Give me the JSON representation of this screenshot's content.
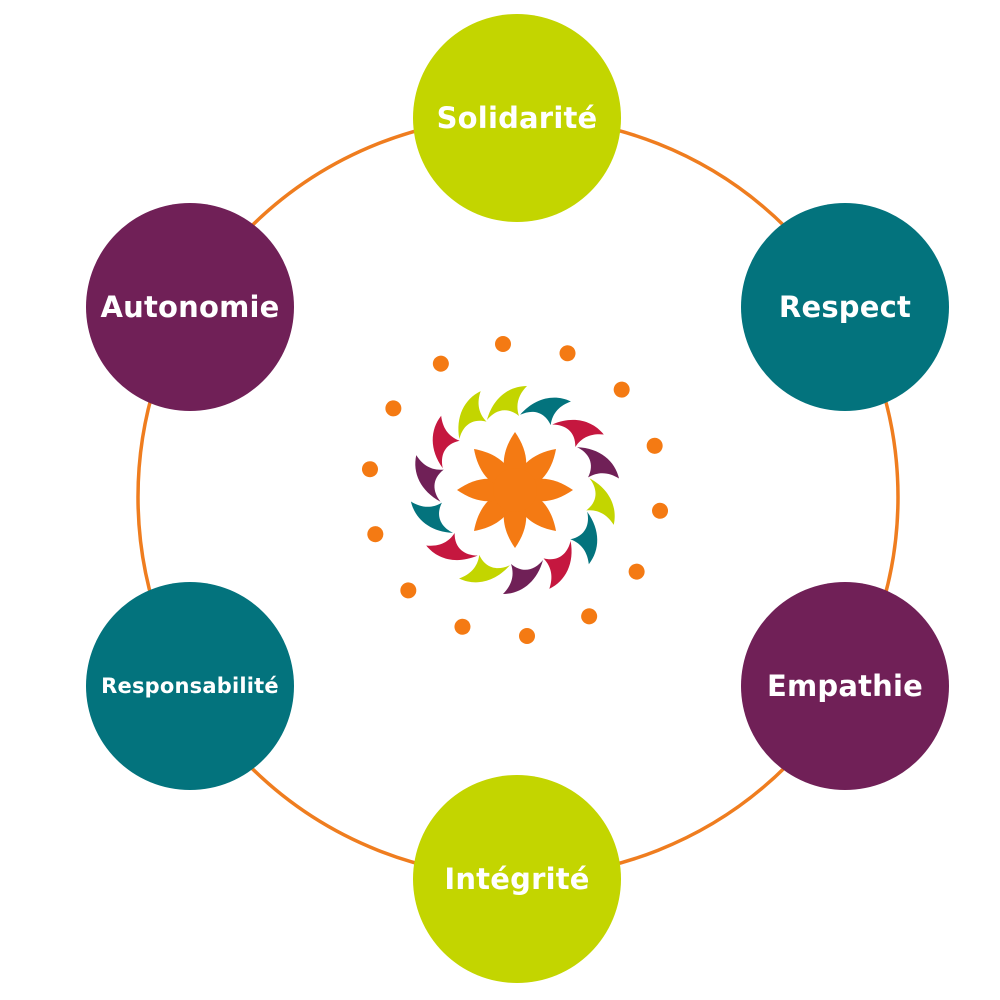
{
  "values": [
    {
      "id": "solidarite",
      "label": "Solidarité",
      "color": "#C3D500"
    },
    {
      "id": "respect",
      "label": "Respect",
      "color": "#03737D"
    },
    {
      "id": "empathie",
      "label": "Empathie",
      "color": "#702057"
    },
    {
      "id": "integrite",
      "label": "Intégrité",
      "color": "#C3D500"
    },
    {
      "id": "responsabilite",
      "label": "Responsabilité",
      "color": "#03737D"
    },
    {
      "id": "autonomie",
      "label": "Autonomie",
      "color": "#702057"
    }
  ],
  "colors": {
    "ring": "#EF7D1F",
    "flower": "#F47A13",
    "head": "#F47A13",
    "figure_palette": [
      "#C3D500",
      "#03737D",
      "#C5173F",
      "#702057"
    ]
  },
  "icons": {
    "center_logo": "circle-of-people-logo-icon",
    "center_flower": "flower-icon"
  }
}
